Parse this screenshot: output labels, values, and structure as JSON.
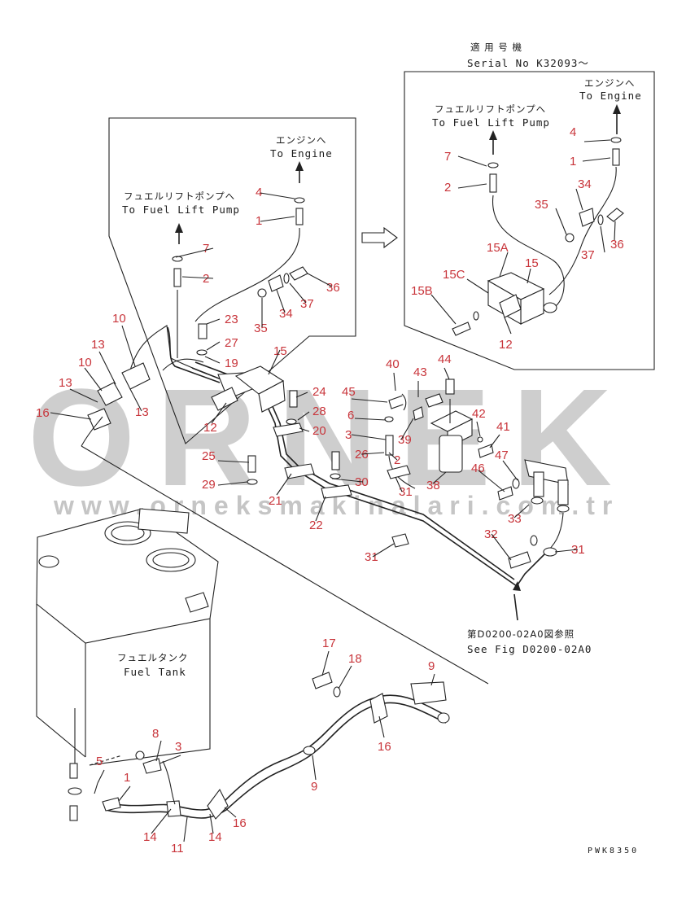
{
  "inset": {
    "serial_jp": "適 用 号 機",
    "serial_en": "Serial No K32093～",
    "engine_jp": "エンジンへ",
    "engine_en": "To Engine",
    "pump_jp": "フュエルリフトポンプへ",
    "pump_en": "To Fuel Lift Pump"
  },
  "main": {
    "engine_jp": "エンジンへ",
    "engine_en": "To Engine",
    "pump_jp": "フュエルリフトポンプへ",
    "pump_en": "To Fuel Lift Pump",
    "tank_jp": "フュエルタンク",
    "tank_en": "Fuel Tank",
    "seefig_jp": "第D0200-02A0図参照",
    "seefig_en": "See Fig D0200-02A0",
    "drawing_code": "PWK8350"
  },
  "watermark": {
    "brand": "ORNEK",
    "url": "www.orneksmakinalari.com.tr"
  },
  "part_labels": {
    "inset": [
      "4",
      "1",
      "7",
      "2",
      "34",
      "35",
      "36",
      "37",
      "15A",
      "15C",
      "15",
      "15B",
      "12"
    ],
    "upper": [
      "4",
      "1",
      "7",
      "2",
      "36",
      "37",
      "34",
      "35",
      "23",
      "27",
      "19",
      "15",
      "12",
      "10",
      "13",
      "10",
      "13",
      "13",
      "16"
    ],
    "middle": [
      "24",
      "28",
      "20",
      "25",
      "29",
      "21",
      "22",
      "40",
      "43",
      "44",
      "45",
      "6",
      "3",
      "39",
      "26",
      "2",
      "30",
      "31",
      "42",
      "41",
      "38",
      "47",
      "46",
      "33",
      "32",
      "31",
      "31"
    ],
    "lower": [
      "17",
      "18",
      "9",
      "16",
      "8",
      "3",
      "5",
      "1",
      "9",
      "14",
      "11",
      "14",
      "16"
    ]
  },
  "colors": {
    "label_red": "#c8343a",
    "line": "#222222",
    "watermark": "#8c8c8c"
  }
}
